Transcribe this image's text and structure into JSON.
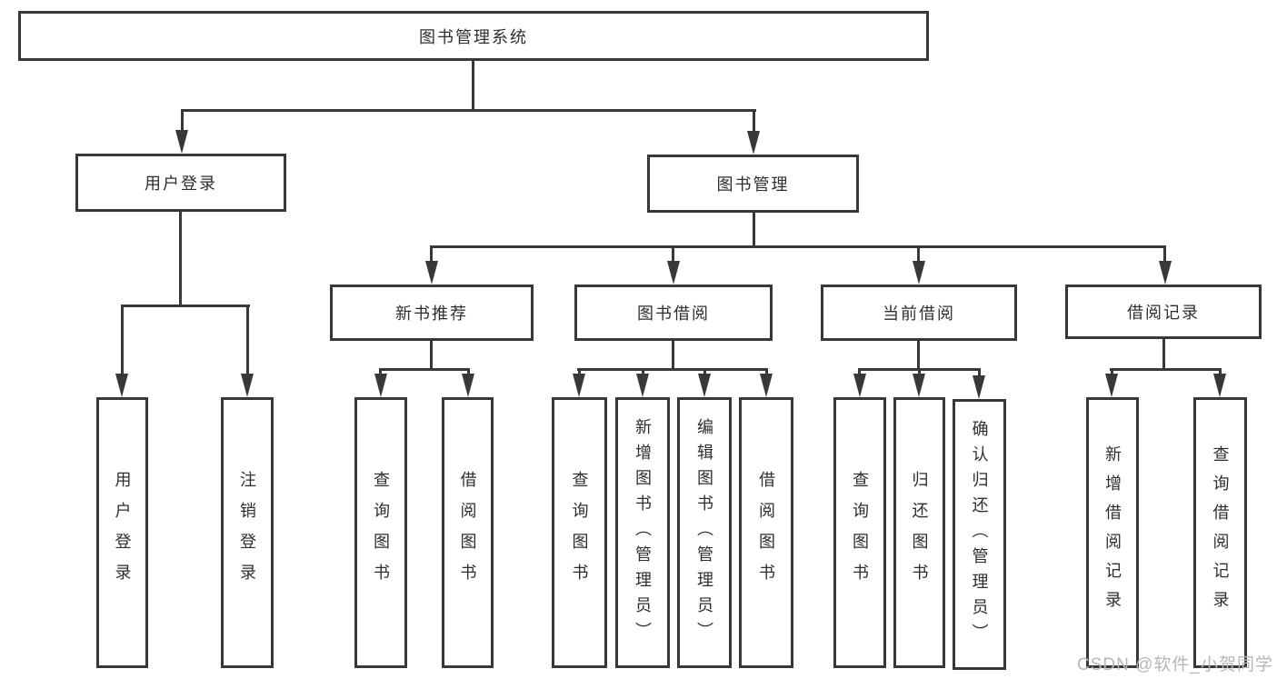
{
  "diagram": {
    "root": {
      "label": "图书管理系统"
    },
    "level2": {
      "user_login": {
        "label": "用户登录"
      },
      "book_management": {
        "label": "图书管理"
      }
    },
    "level3": {
      "new_book_recommend": {
        "label": "新书推荐"
      },
      "book_borrowing": {
        "label": "图书借阅"
      },
      "current_borrowing": {
        "label": "当前借阅"
      },
      "borrowing_records": {
        "label": "借阅记录"
      }
    },
    "leaves": {
      "user_login": {
        "label": "用户登录"
      },
      "logout": {
        "label": "注销登录"
      },
      "nb_query_books": {
        "label": "查询图书"
      },
      "nb_borrow_books": {
        "label": "借阅图书"
      },
      "bb_query_books": {
        "label": "查询图书"
      },
      "bb_add_books_admin": {
        "label": "新增图书（管理员）"
      },
      "bb_edit_books_admin": {
        "label": "编辑图书（管理员）"
      },
      "bb_borrow_books": {
        "label": "借阅图书"
      },
      "cb_query_books": {
        "label": "查询图书"
      },
      "cb_return_books": {
        "label": "归还图书"
      },
      "cb_confirm_return_admin": {
        "label": "确认归还（管理员）"
      },
      "br_add_record": {
        "label": "新增借阅记录"
      },
      "br_query_record": {
        "label": "查询借阅记录"
      }
    }
  },
  "watermark": {
    "text": "CSDN @软件_小贺同学"
  },
  "colors": {
    "line": "#383838",
    "text": "#2e2e2e",
    "watermark": "#b3b7bc",
    "background": "#ffffff"
  }
}
